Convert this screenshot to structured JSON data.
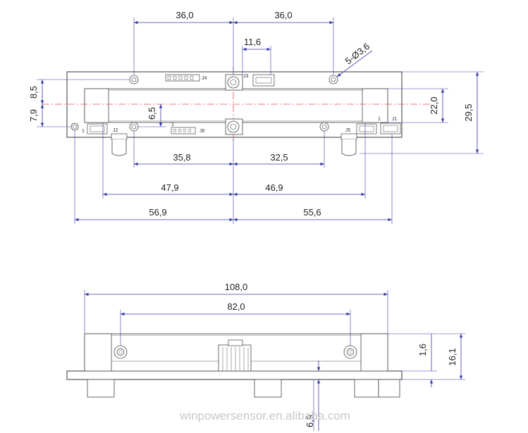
{
  "top_view": {
    "dims": {
      "hole_left_to_center": "36,0",
      "hole_right_to_center": "36,0",
      "j3_width": "11,6",
      "holes_callout": "5-Ø3,6",
      "top_offset": "8,5",
      "bottom_offset": "7,9",
      "inner_offset": "6,5",
      "sensor_span": "22,0",
      "board_height": "29,5",
      "lower_hole_left": "35,8",
      "lower_hole_right": "32,5",
      "tube_left": "47,9",
      "tube_right": "46,9",
      "board_left": "56,9",
      "board_right": "55,6"
    },
    "connectors": {
      "j1": "J1",
      "j2": "J2",
      "j3": "J3",
      "j4": "J4",
      "j5": "J5",
      "j6": "J6"
    },
    "pin_one_marks": [
      "1",
      "1",
      "1"
    ]
  },
  "side_view": {
    "dims": {
      "overall_length": "108,0",
      "hole_spacing": "82,0",
      "small_height": "1,6",
      "overall_height": "16,1",
      "thickness": "6,9"
    }
  },
  "watermark": "winpowersensor.en.alibaba.com",
  "colors": {
    "dimension": "#3a3aa8",
    "centerline": "#e05050",
    "outline": "#333333"
  }
}
